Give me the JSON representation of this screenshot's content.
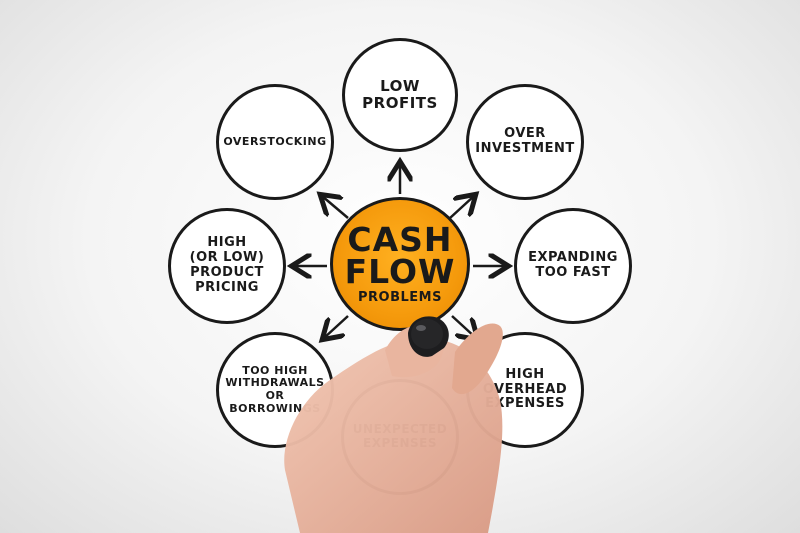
{
  "center": {
    "title": "CASH\nFLOW",
    "subtitle": "PROBLEMS"
  },
  "nodes": {
    "low_profits": "LOW\nPROFITS",
    "over_investment": "OVER\nINVESTMENT",
    "expanding_too_fast": "EXPANDING\nTOO FAST",
    "high_overhead_expenses": "HIGH\nOVERHEAD\nEXPENSES",
    "unexpected_expenses": "UNEXPECTED\nEXPENSES",
    "too_high_withdrawals": "TOO HIGH\nWITHDRAWALS\nOR\nBORROWINGS",
    "high_or_low_product_pricing": "HIGH\n(OR LOW)\nPRODUCT\nPRICING",
    "overstocking": "OVERSTOCKING"
  },
  "colors": {
    "center_fill": "#f59a0c",
    "outline": "#1a1a1a",
    "background": "#f4f4f4"
  }
}
